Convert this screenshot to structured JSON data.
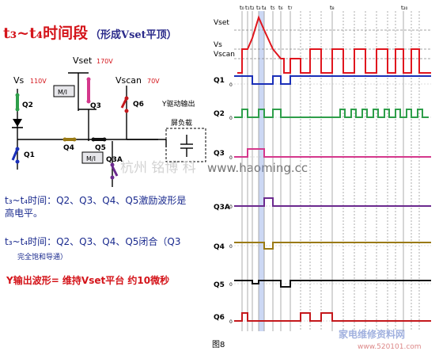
{
  "slide": {
    "title_main": "t₃~t₄时间段",
    "title_sub": "（形成Vset平顶）",
    "caption": "图8",
    "watermark_text": "杭州 铭博 科",
    "watermark_url": "www.haoming.cc",
    "footer_logo": "家电维修资料网",
    "footer_url": "www.520101.com"
  },
  "circuit": {
    "vset_label": "Vset",
    "vset_value": "170V",
    "vs_label": "Vs",
    "vs_value": "110V",
    "vscan_label": "Vscan",
    "vscan_value": "70V",
    "mi_label_top": "M/I",
    "mi_label_bottom": "M/I",
    "switches": [
      "Q1",
      "Q2",
      "Q3",
      "Q4",
      "Q5",
      "Q6",
      "Q3A"
    ],
    "y_output_label": "Y驱动输出",
    "load_label": "屏负载"
  },
  "text_blocks": {
    "line1": "t₃~t₄时间：Q2、Q3、Q4、Q5激励波形是",
    "line2": "高电平。",
    "line3": "t₃~t₄时间：Q2、Q3、Q4、Q5闭合（Q3",
    "line4": "完全饱和导通）",
    "line5": "Y输出波形= 维持Vset平台  约10微秒"
  },
  "timing": {
    "time_labels": [
      "t₀",
      "t₁",
      "t₂",
      "t₃",
      "t₄",
      "t₅",
      "t₆",
      "t₇",
      "t₈",
      "t₂₀"
    ],
    "voltage_labels": [
      "Vset",
      "Vs",
      "Vscan"
    ],
    "zero_label": "0",
    "channel_labels": [
      "Q1",
      "Q2",
      "Q3",
      "Q3A",
      "Q4",
      "Q5",
      "Q6"
    ],
    "colors": {
      "Q1": "#1a2fb8",
      "Q2": "#2e9e4a",
      "Q3": "#d4388c",
      "Q3A": "#6b2a8e",
      "Q4": "#9a7a14",
      "Q5": "#111111",
      "Q6": "#c4181c",
      "vout": "#e0161e",
      "highlight": "#6e8ee0"
    }
  }
}
